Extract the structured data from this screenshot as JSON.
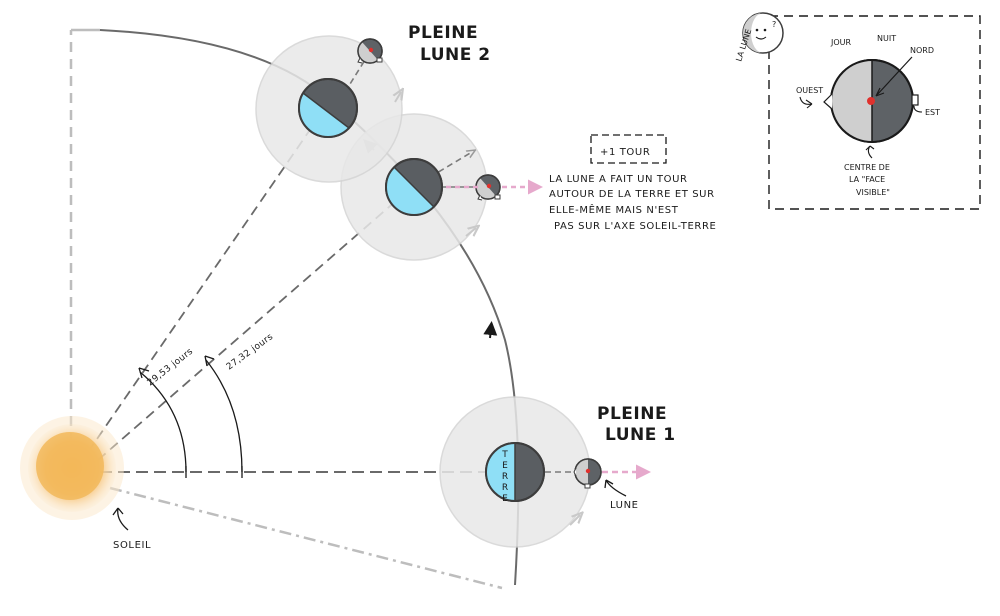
{
  "labels": {
    "pleine_lune_2_line1": "PLEINE",
    "pleine_lune_2_line2": "LUNE 2",
    "pleine_lune_1_line1": "PLEINE",
    "pleine_lune_1_line2": "LUNE 1",
    "plus_one_tour": "+1 TOUR",
    "explanation": [
      "LA LUNE A FAIT UN TOUR",
      "AUTOUR DE LA TERRE ET SUR",
      "ELLE-MÊME MAIS N'EST",
      "PAS SUR L'AXE SOLEIL-TERRE"
    ],
    "angle_synodic": "29,53 jours",
    "angle_sidereal": "27,32 jours",
    "soleil": "SOLEIL",
    "lune": "LUNE",
    "terre": "TERRE"
  },
  "legend": {
    "title": "LA LUNE",
    "moon_face": "?",
    "jour": "JOUR",
    "nuit": "NUIT",
    "nord": "NORD",
    "ouest": "OUEST",
    "est": "EST",
    "centre": [
      "CENTRE DE",
      "LA \"FACE",
      "VISIBLE\""
    ]
  },
  "colors": {
    "sun": "#f2b95a",
    "earth_day": "#8fdff6",
    "earth_night": "#5a5e62",
    "moon_light": "#cfcfcf",
    "moon_dark": "#5e6266",
    "orbit_zone": "#e6e6e6",
    "pink_arrow": "#e6a9cc",
    "marker": "#e0312d"
  }
}
